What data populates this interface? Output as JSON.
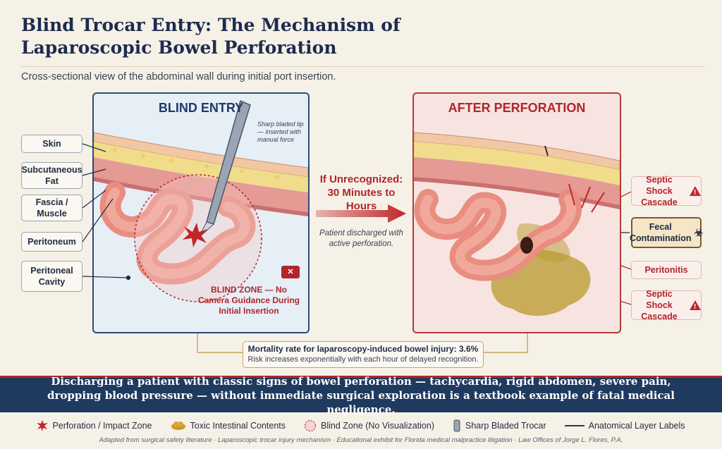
{
  "title": "Blind Trocar Entry: The Mechanism of Laparoscopic Bowel Perforation",
  "subtitle": "Cross-sectional view of the abdominal wall during initial port insertion.",
  "left_panel": {
    "title": "BLIND ENTRY",
    "callout": "Sharp bladed tip — inserted with manual force",
    "blind_zone": "BLIND ZONE — No Camera Guidance During Initial Insertion",
    "icon": "no-camera-icon"
  },
  "layer_labels": [
    "Skin",
    "Subcutaneous Fat",
    "Fascia / Muscle",
    "Peritoneum",
    "Peritoneal Cavity"
  ],
  "middle": {
    "heading": "If Unrecognized: 30 Minutes to Hours",
    "note": "Patient discharged with active perforation."
  },
  "right_panel": {
    "title": "AFTER PERFORATION",
    "labels": [
      "Septic Shock Cascade",
      "Fecal Contamination",
      "Peritonitis",
      "Septic Shock Cascade"
    ]
  },
  "mortality": {
    "line1": "Mortality rate for laparoscopy-induced bowel injury: 3.6%",
    "line2": "Risk increases exponentially with each hour of delayed recognition."
  },
  "banner": "Discharging a patient with classic signs of bowel perforation — tachycardia, rigid abdomen, severe pain, dropping blood pressure — without immediate surgical exploration is a textbook example of fatal medical negligence.",
  "legend": [
    "Perforation / Impact Zone",
    "Toxic Intestinal Contents",
    "Blind Zone (No Visualization)",
    "Sharp Bladed Trocar",
    "Anatomical Layer Labels"
  ],
  "footer": "Adapted from surgical safety literature · Laparoscopic trocar injury mechanism · Educational exhibit for Florida medical malpractice litigation · Law Offices of Jorge L. Flores, P.A.",
  "colors": {
    "navy": "#1f3a5f",
    "accent_red": "#b0262a",
    "skin": "#f2c8a4",
    "fat": "#f0dc8a",
    "muscle": "#e59a94",
    "bowel": "#ee9c8e",
    "contents": "#b89a2e"
  }
}
